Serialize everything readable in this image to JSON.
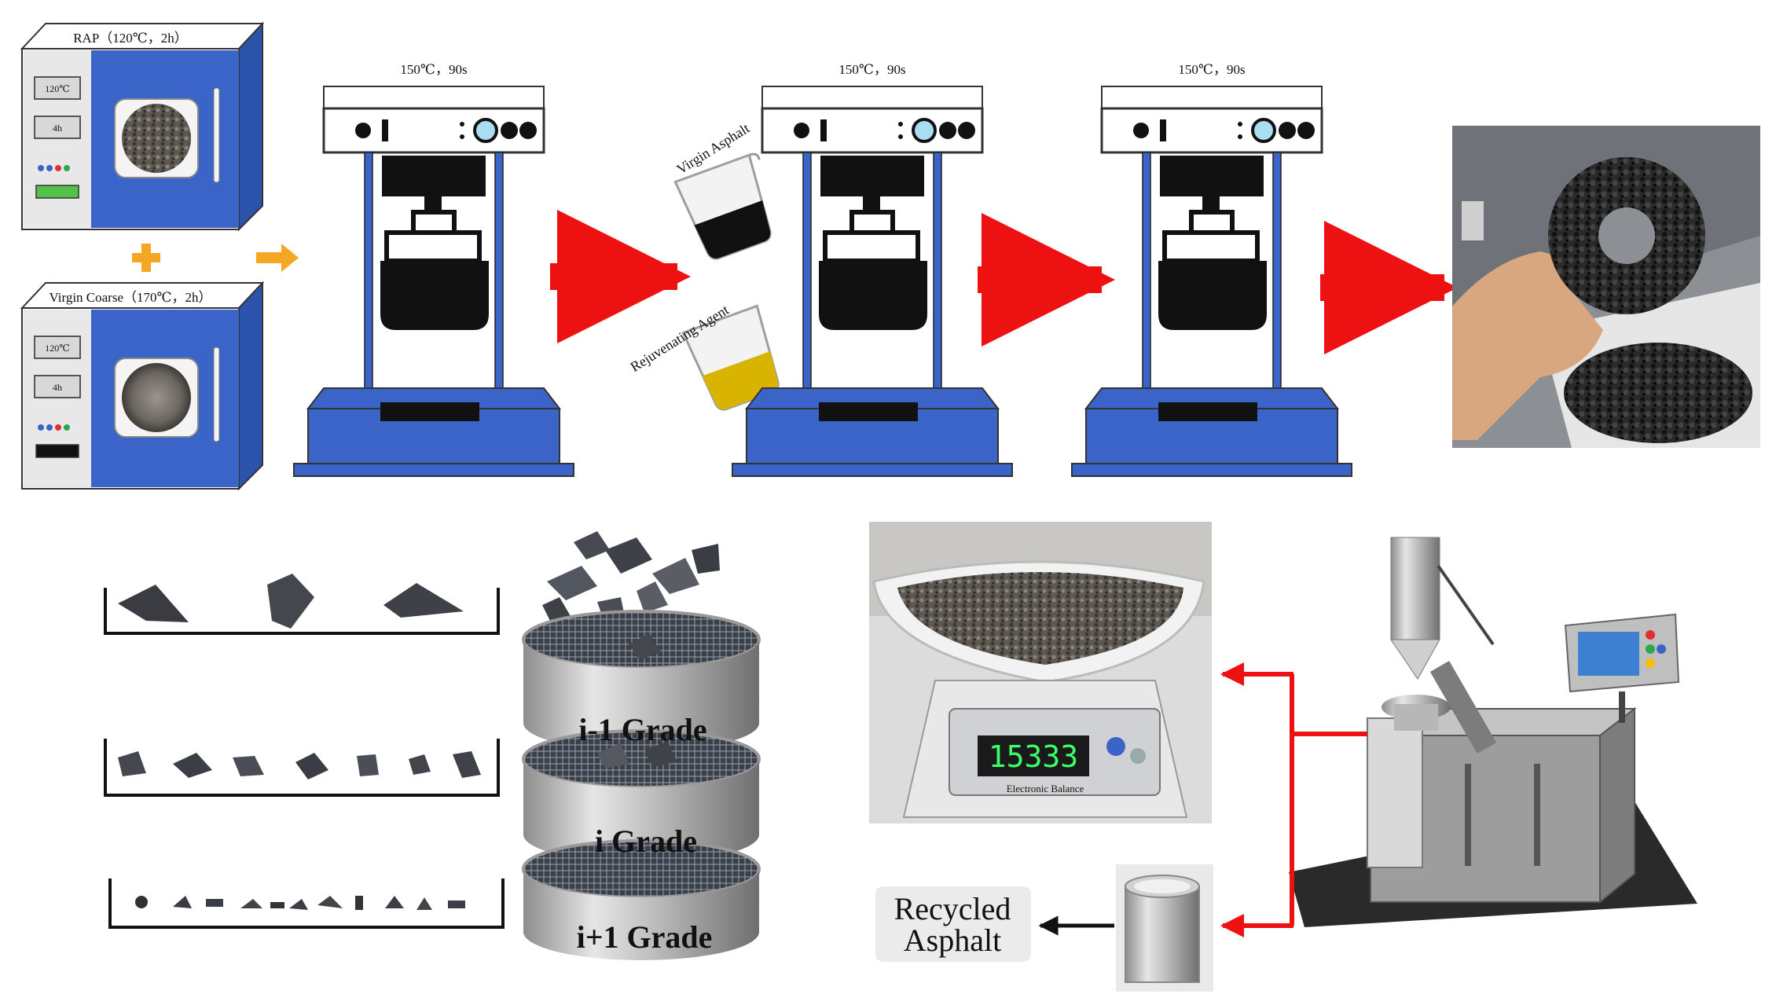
{
  "ovens": {
    "rap": {
      "title": "RAP（120℃，2h）",
      "display_temp": "120℃",
      "display_time": "4h"
    },
    "virgin": {
      "title": "Virgin Coarse（170℃，2h）",
      "display_temp": "120℃",
      "display_time": "4h"
    }
  },
  "mixers": [
    {
      "label": "150℃，90s"
    },
    {
      "label": "150℃，90s"
    },
    {
      "label": "150℃，90s"
    }
  ],
  "beakers": {
    "virgin_asphalt": "Virgin Asphalt",
    "rejuvenating_agent": "Rejuvenating Agent"
  },
  "sieve": {
    "grades": [
      "i-1 Grade",
      "i Grade",
      "i+1 Grade"
    ]
  },
  "scale_reading": "15333",
  "scale_brand": "Electronic Balance",
  "recycled_label": {
    "line1": "Recycled",
    "line2": "Asphalt"
  },
  "colors": {
    "oven_blue": "#3a64c8",
    "arrow_red": "#ee1111",
    "plus_orange": "#f5a623"
  }
}
